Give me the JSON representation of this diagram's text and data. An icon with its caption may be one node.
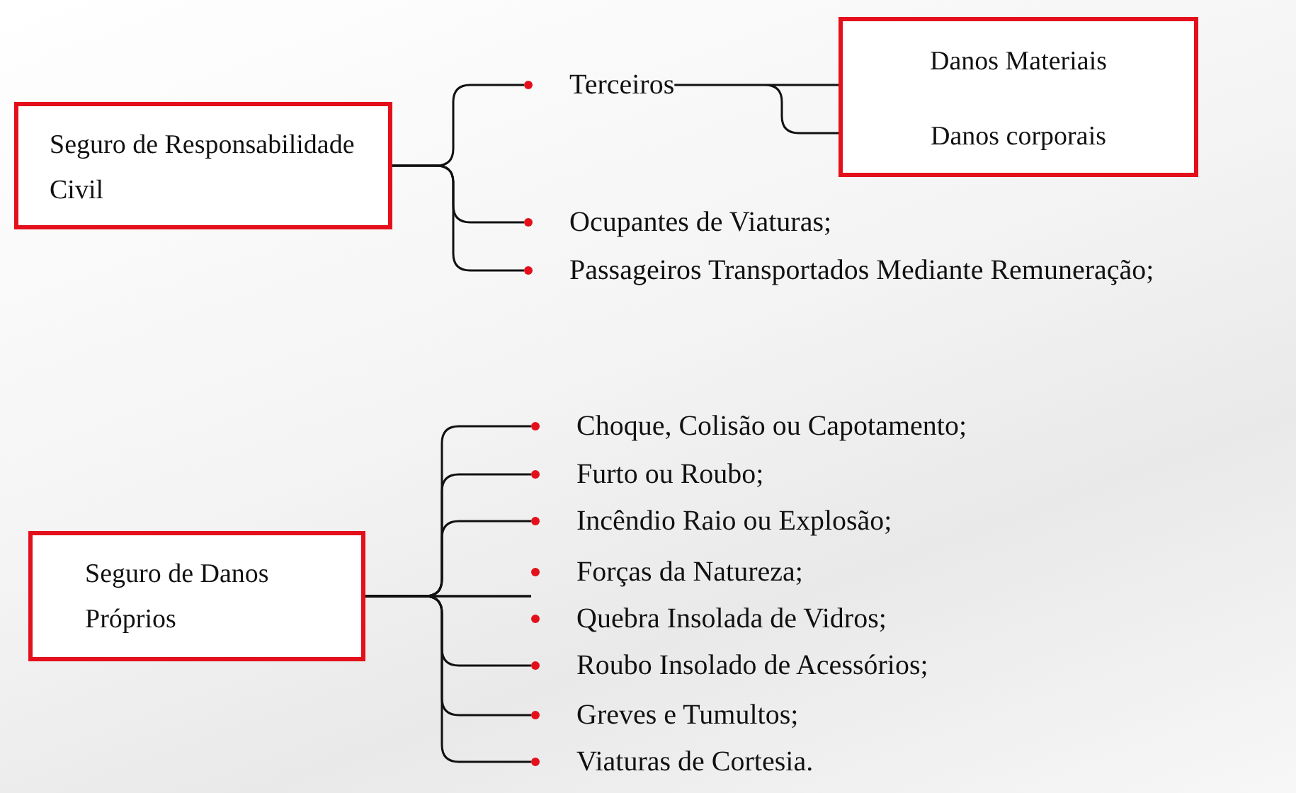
{
  "diagram": {
    "nodes": [
      {
        "text": [
          "Seguro de Responsabilidade Civil"
        ]
      },
      {
        "text": [
          "Terceiros"
        ]
      },
      {
        "text": [
          "Danos Materiais",
          "Danos corporais"
        ]
      },
      {
        "text": [
          "Ocupantes de Viaturas;"
        ]
      },
      {
        "text": [
          "Passageiros Transportados Mediante Remuneração;"
        ]
      },
      {
        "text": [
          "Seguro de Danos Próprios"
        ]
      },
      {
        "text": [
          "Choque, Colisão ou Capotamento;"
        ]
      },
      {
        "text": [
          "Furto ou Roubo;"
        ]
      },
      {
        "text": [
          "Incêndio Raio ou Explosão;"
        ]
      },
      {
        "text": [
          "Forças da Natureza;"
        ]
      },
      {
        "text": [
          "Quebra Insolada de Vidros;"
        ]
      },
      {
        "text": [
          "Roubo Insolado de Acessórios;"
        ]
      },
      {
        "text": [
          "Greves e Tumultos;"
        ]
      },
      {
        "text": [
          "Viaturas de Cortesia."
        ]
      }
    ],
    "edges": [
      {
        "from": 0,
        "to": 1,
        "arrow": "none"
      },
      {
        "from": 0,
        "to": 3,
        "arrow": "none"
      },
      {
        "from": 0,
        "to": 4,
        "arrow": "none"
      },
      {
        "from": 1,
        "to": 2,
        "arrow": "none"
      },
      {
        "from": 5,
        "to": 6,
        "arrow": "none"
      },
      {
        "from": 5,
        "to": 7,
        "arrow": "none"
      },
      {
        "from": 5,
        "to": 8,
        "arrow": "none"
      },
      {
        "from": 5,
        "to": 9,
        "arrow": "none"
      },
      {
        "from": 5,
        "to": 10,
        "arrow": "none"
      },
      {
        "from": 5,
        "to": 11,
        "arrow": "none"
      },
      {
        "from": 5,
        "to": 12,
        "arrow": "none"
      },
      {
        "from": 5,
        "to": 13,
        "arrow": "none"
      }
    ]
  }
}
